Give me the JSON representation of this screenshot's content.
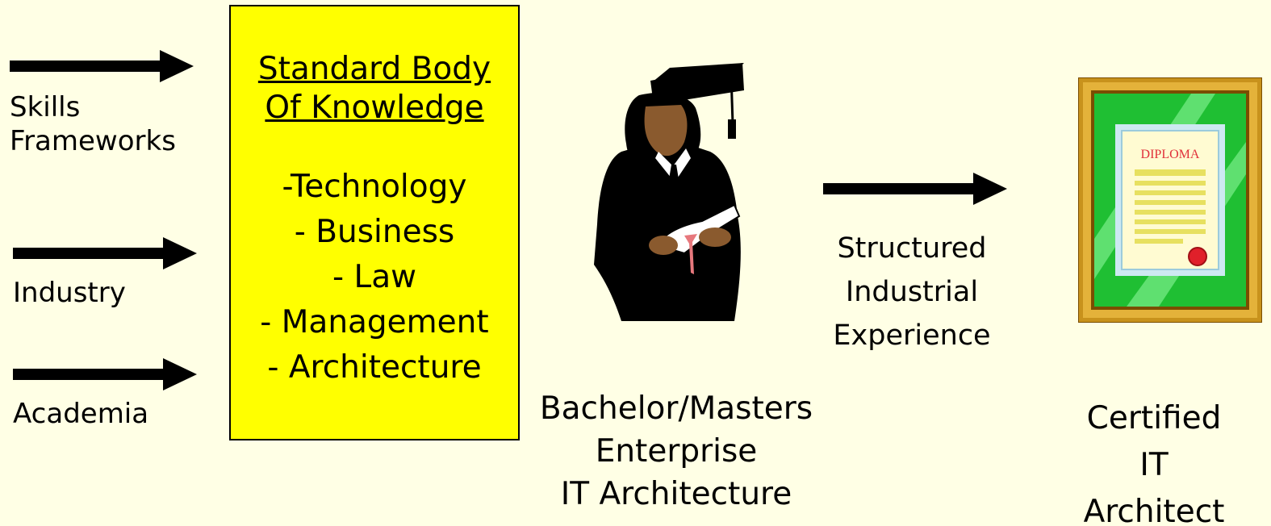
{
  "inputs": [
    {
      "label": "Skills\nFrameworks"
    },
    {
      "label": "Industry"
    },
    {
      "label": "Academia"
    }
  ],
  "sbok": {
    "title_line1": "Standard Body",
    "title_line2": "Of Knowledge",
    "items": [
      "-Technology",
      "- Business",
      "- Law",
      "- Management",
      "- Architecture"
    ]
  },
  "graduate": {
    "label_line1": "Bachelor/Masters",
    "label_line2": "Enterprise",
    "label_line3": "IT Architecture",
    "icon": "graduate-icon"
  },
  "experience": {
    "line1": "Structured",
    "line2": "Industrial",
    "line3": "Experience"
  },
  "diploma": {
    "icon": "diploma-icon",
    "text": "DIPLOMA"
  },
  "certified": {
    "line1": "Certified",
    "line2": "IT",
    "line3": "Architect"
  },
  "colors": {
    "background": "#ffffe5",
    "sbok_fill": "#ffff00",
    "arrow": "#000000"
  }
}
